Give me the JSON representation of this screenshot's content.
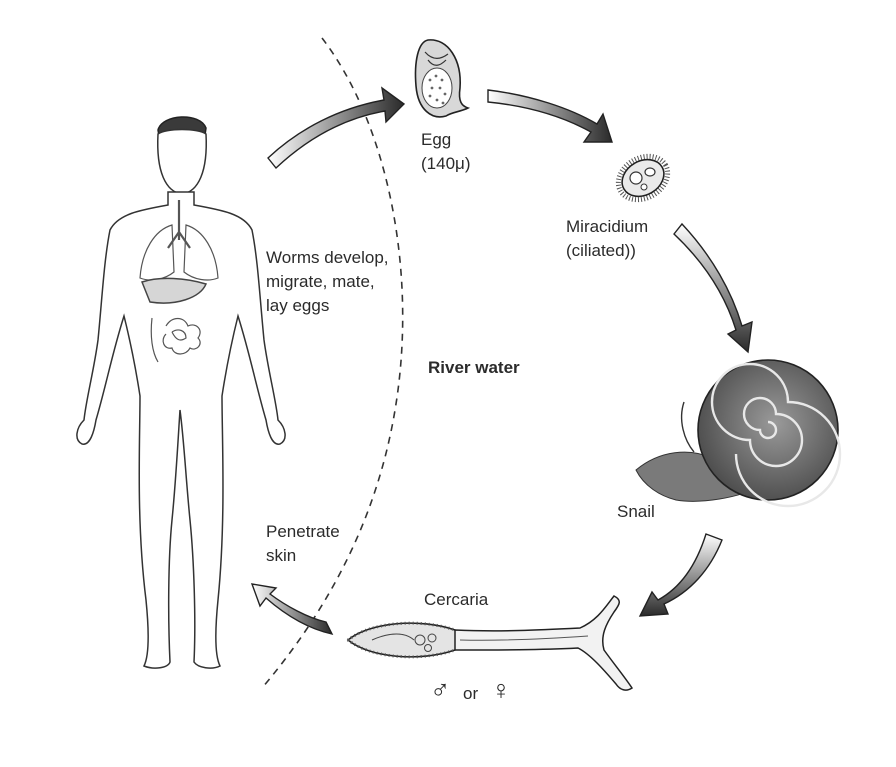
{
  "labels": {
    "egg_line1": "Egg",
    "egg_line2": "(140μ)",
    "miracidium_line1": "Miracidium",
    "miracidium_line2": "(ciliated))",
    "worms_line1": "Worms develop,",
    "worms_line2": "migrate, mate,",
    "worms_line3": "lay eggs",
    "river_water": "River water",
    "snail": "Snail",
    "penetrate_line1": "Penetrate",
    "penetrate_line2": "skin",
    "cercaria": "Cercaria",
    "male_symbol": "♂",
    "or": "or",
    "female_symbol": "♀"
  }
}
